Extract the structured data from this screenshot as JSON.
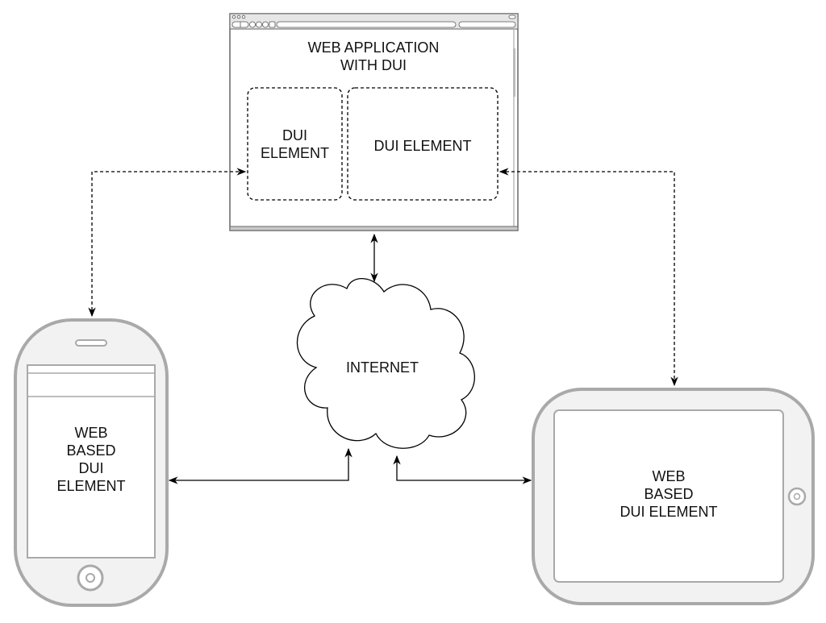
{
  "browser": {
    "title_lines": [
      "WEB APPLICATION",
      "WITH DUI"
    ],
    "element_left": [
      "DUI",
      "ELEMENT"
    ],
    "element_right": "DUI ELEMENT"
  },
  "internet": {
    "label": "INTERNET"
  },
  "phone": {
    "label_lines": [
      "WEB",
      "BASED",
      "DUI",
      "ELEMENT"
    ]
  },
  "tablet": {
    "label_lines": [
      "WEB",
      "BASED",
      "DUI ELEMENT"
    ]
  },
  "colors": {
    "device_gray": "#a9a9a9",
    "device_fill": "#f2f2f2",
    "line": "#000000"
  }
}
